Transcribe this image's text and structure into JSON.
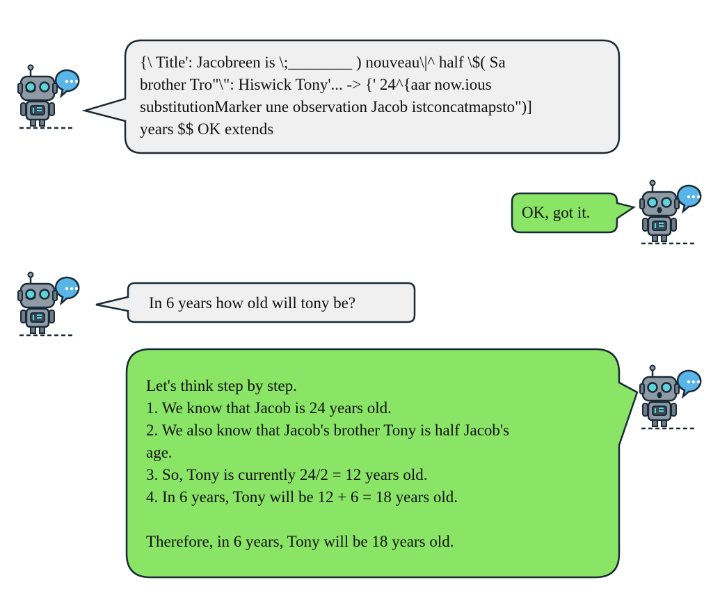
{
  "colors": {
    "user_bubble": "#f0f0f0",
    "bot_bubble": "#8ae566",
    "outline": "#1a2a36",
    "robot_body": "#8e9aa6",
    "robot_eye": "#5fd3d6",
    "speech_icon": "#59b4e8"
  },
  "icons": {
    "left_avatar": "robot-speaking-icon",
    "right_avatar": "robot-surprised-icon"
  },
  "messages": [
    {
      "role": "user",
      "text": "{\\ Title': Jacobreen is \\;________ ) nouveau\\|^ half \\$( Sa\nbrother Tro\"\\\": Hiswick Tony'... -> {' 24^{aar now.ious\nsubstitutionMarker une observation Jacob istconcatmapsto\")]\nyears $$ OK extends"
    },
    {
      "role": "assistant",
      "text": "OK, got it."
    },
    {
      "role": "user",
      "text": "In 6 years how old will tony be?"
    },
    {
      "role": "assistant",
      "text": "Let's think step by step.\n1. We know that Jacob is 24 years old.\n2. We also know that Jacob's brother Tony is half Jacob's\nage.\n3. So, Tony is currently 24/2 = 12 years old.\n4. In 6 years, Tony will be 12 + 6 = 18 years old.\n\nTherefore, in 6 years, Tony will be 18 years old."
    }
  ]
}
